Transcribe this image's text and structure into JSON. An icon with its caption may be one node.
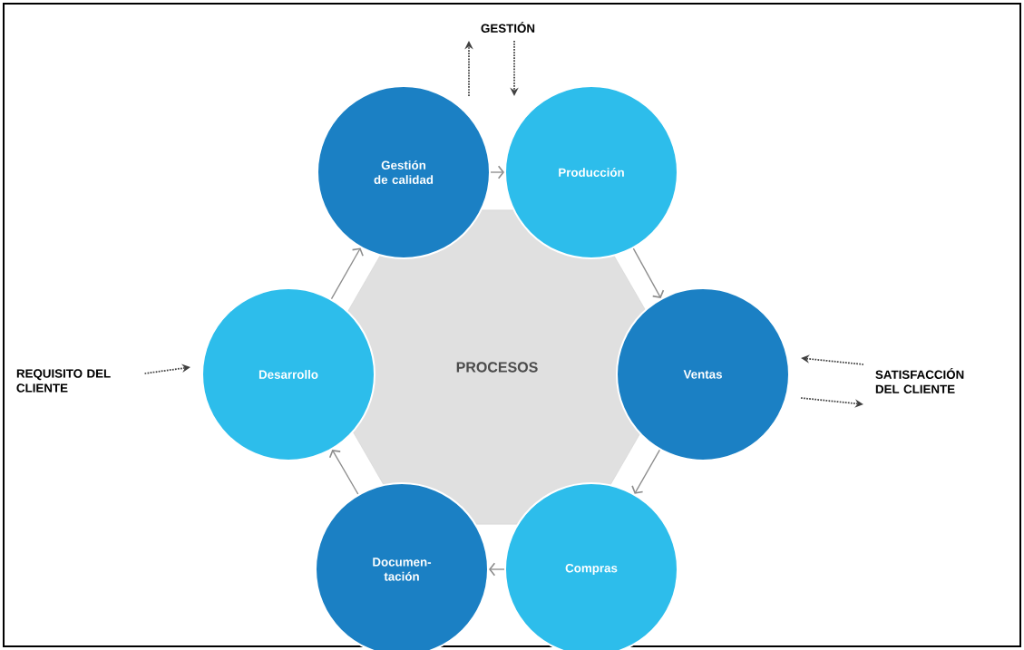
{
  "diagram": {
    "nodes": [
      {
        "text": [
          "PROCESOS"
        ]
      },
      {
        "text": [
          "Gestión de calidad"
        ]
      },
      {
        "text": [
          "Producción"
        ]
      },
      {
        "text": [
          "Ventas"
        ]
      },
      {
        "text": [
          "Compras"
        ]
      },
      {
        "text": [
          "Documen- tación"
        ]
      },
      {
        "text": [
          "Desarrollo"
        ]
      },
      {
        "text": [
          "GESTIÓN"
        ]
      },
      {
        "text": [
          "REQUISITO DEL CLIENTE"
        ]
      },
      {
        "text": [
          "SATISFACCIÓN DEL CLIENTE"
        ]
      }
    ],
    "edges": [
      {
        "from": 1,
        "to": 2,
        "arrow": "to"
      },
      {
        "from": 2,
        "to": 3,
        "arrow": "to"
      },
      {
        "from": 3,
        "to": 4,
        "arrow": "to"
      },
      {
        "from": 4,
        "to": 5,
        "arrow": "to"
      },
      {
        "from": 5,
        "to": 6,
        "arrow": "to"
      },
      {
        "from": 6,
        "to": 1,
        "arrow": "to"
      },
      {
        "from": 1,
        "to": 7,
        "arrow": "to",
        "style": "dashed",
        "color": "#404040"
      },
      {
        "from": 7,
        "to": 2,
        "arrow": "to",
        "style": "dashed",
        "color": "#404040"
      },
      {
        "from": 8,
        "to": 6,
        "arrow": "to",
        "style": "dashed",
        "color": "#404040"
      },
      {
        "from": 9,
        "to": 3,
        "arrow": "to",
        "style": "dashed",
        "color": "#404040"
      },
      {
        "from": 3,
        "to": 9,
        "arrow": "to",
        "style": "dashed",
        "color": "#404040"
      }
    ]
  }
}
